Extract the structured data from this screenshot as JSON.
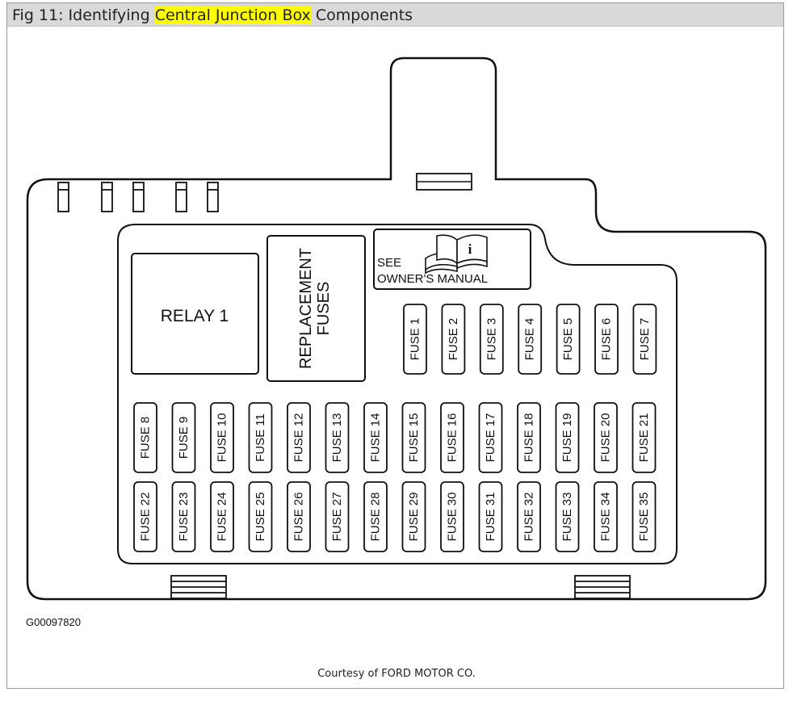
{
  "header": {
    "prefix": "Fig 11: Identifying ",
    "highlight": "Central Junction Box",
    "suffix": " Components"
  },
  "diagram": {
    "relay_label": "RELAY 1",
    "replacement_line1": "REPLACEMENT",
    "replacement_line2": "FUSES",
    "manual_line1": "SEE",
    "manual_line2": "OWNER'S MANUAL",
    "manual_icon": "book-info-icon",
    "top_fuses": [
      "FUSE 1",
      "FUSE 2",
      "FUSE 3",
      "FUSE 4",
      "FUSE 5",
      "FUSE 6",
      "FUSE 7"
    ],
    "middle_fuses": [
      "FUSE 8",
      "FUSE 9",
      "FUSE 10",
      "FUSE 11",
      "FUSE 12",
      "FUSE 13",
      "FUSE 14",
      "FUSE 15",
      "FUSE 16",
      "FUSE 17",
      "FUSE 18",
      "FUSE 19",
      "FUSE 20",
      "FUSE 21"
    ],
    "bottom_fuses": [
      "FUSE 22",
      "FUSE 23",
      "FUSE 24",
      "FUSE 25",
      "FUSE 26",
      "FUSE 27",
      "FUSE 28",
      "FUSE 29",
      "FUSE 30",
      "FUSE 31",
      "FUSE 32",
      "FUSE 33",
      "FUSE 34",
      "FUSE 35"
    ]
  },
  "image_id": "G00097820",
  "credit": "Courtesy of FORD MOTOR CO."
}
